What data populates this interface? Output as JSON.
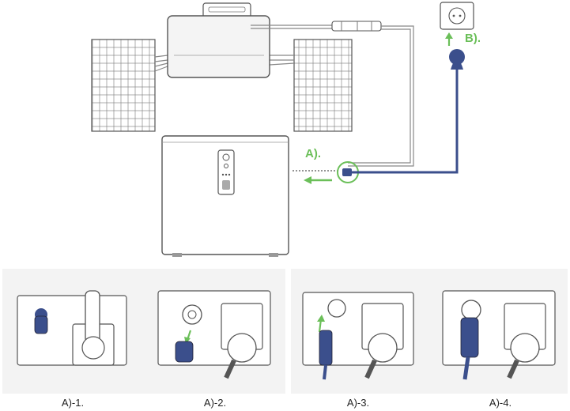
{
  "labels": {
    "step_a": "A).",
    "step_b": "B)."
  },
  "captions": [
    "A)-1.",
    "A)-2.",
    "A)-3.",
    "A)-4."
  ],
  "colors": {
    "accent_green": "#6bbf59",
    "cable_blue": "#3b4f8c",
    "line_gray": "#555555",
    "panel_bg": "#f3f3f3"
  }
}
